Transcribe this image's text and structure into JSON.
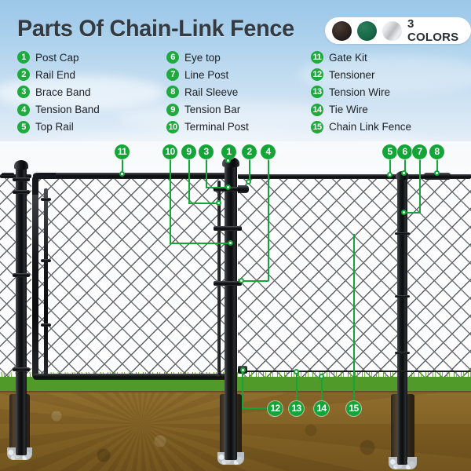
{
  "header": {
    "title": "Parts Of Chain-Link Fence",
    "colors_badge": {
      "label": "3 COLORS",
      "swatches": [
        {
          "name": "black",
          "hex": "#2d2220"
        },
        {
          "name": "green",
          "hex": "#19694a"
        },
        {
          "name": "silver",
          "hex": "#cfd3d5"
        }
      ]
    }
  },
  "legend": {
    "accent_hex": "#1faa3f",
    "columns": [
      {
        "items": [
          {
            "num": "1",
            "label": "Post Cap"
          },
          {
            "num": "2",
            "label": "Rail End"
          },
          {
            "num": "3",
            "label": "Brace Band"
          },
          {
            "num": "4",
            "label": "Tension Band"
          },
          {
            "num": "5",
            "label": "Top Rail"
          }
        ]
      },
      {
        "items": [
          {
            "num": "6",
            "label": "Eye top"
          },
          {
            "num": "7",
            "label": "Line Post"
          },
          {
            "num": "8",
            "label": "Rail Sleeve"
          },
          {
            "num": "9",
            "label": "Tension Bar"
          },
          {
            "num": "10",
            "label": "Terminal Post"
          }
        ]
      },
      {
        "items": [
          {
            "num": "11",
            "label": "Gate Kit"
          },
          {
            "num": "12",
            "label": "Tensioner"
          },
          {
            "num": "13",
            "label": "Tension Wire"
          },
          {
            "num": "14",
            "label": "Tie Wire"
          },
          {
            "num": "15",
            "label": "Chain Link Fence"
          }
        ]
      }
    ]
  },
  "diagram": {
    "callout_color": "#13a538",
    "markers": [
      {
        "num": "11",
        "target": "gate-kit"
      },
      {
        "num": "10",
        "target": "terminal-post"
      },
      {
        "num": "9",
        "target": "tension-bar"
      },
      {
        "num": "3",
        "target": "brace-band"
      },
      {
        "num": "1",
        "target": "post-cap"
      },
      {
        "num": "2",
        "target": "rail-end"
      },
      {
        "num": "4",
        "target": "tension-band"
      },
      {
        "num": "5",
        "target": "top-rail"
      },
      {
        "num": "6",
        "target": "eye-top"
      },
      {
        "num": "7",
        "target": "line-post"
      },
      {
        "num": "8",
        "target": "rail-sleeve"
      },
      {
        "num": "12",
        "target": "tensioner"
      },
      {
        "num": "13",
        "target": "tension-wire"
      },
      {
        "num": "14",
        "target": "tie-wire"
      },
      {
        "num": "15",
        "target": "chain-link-fence"
      }
    ]
  }
}
